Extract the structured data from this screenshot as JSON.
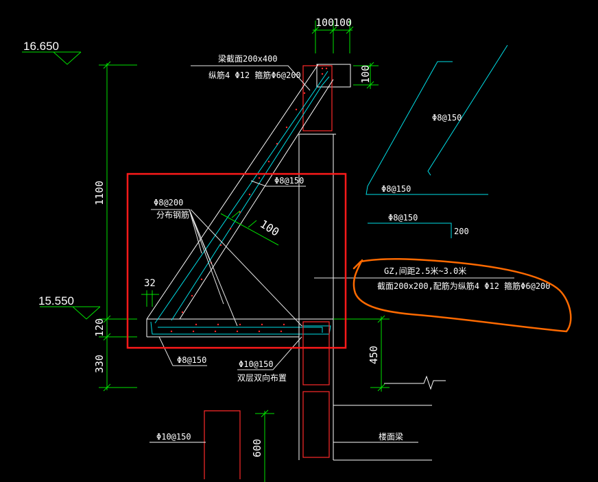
{
  "labels": {
    "level_top": "16.650",
    "level_bottom": "15.550",
    "dim_top_w1": "100",
    "dim_top_w2": "100",
    "dim_100_right": "100",
    "dim_1100": "1100",
    "dim_120": "120",
    "dim_330": "330",
    "dim_450": "450",
    "dim_600": "600",
    "dim_32": "32",
    "dim_100_slope": "100",
    "dim_200": "200",
    "beam_section": "梁截面200x400",
    "beam_rebar": "纵筋4 Φ12 箍筋Φ6@200",
    "phi8_150_a": "Φ8@150",
    "phi8_200": "Φ8@200",
    "dist_bar": "分布钢筋",
    "phi8_150_b": "Φ8@150",
    "phi8_150_c": "Φ8@150",
    "phi8_150_d": "Φ8@150",
    "phi8_150_e": "Φ8@150",
    "phi10_150": "Φ10@150",
    "double_layer": "双层双向布置",
    "phi10_150_b": "Φ10@150",
    "floor_beam": "楼面梁",
    "gz_note": "GZ,间距2.5米~3.0米",
    "gz_section": "截面200x200,配筋为纵筋4 Φ12 箍筋Φ6@200"
  },
  "colors": {
    "dim_green": "#00e400",
    "rebar_cyan": "#00e0e8",
    "concrete_white": "#ffffff",
    "rebar_red": "#ff2a2a",
    "highlight_red": "#ff1a1a",
    "annotation_orange": "#ff6a00",
    "leader_white": "#e8e8e8"
  }
}
